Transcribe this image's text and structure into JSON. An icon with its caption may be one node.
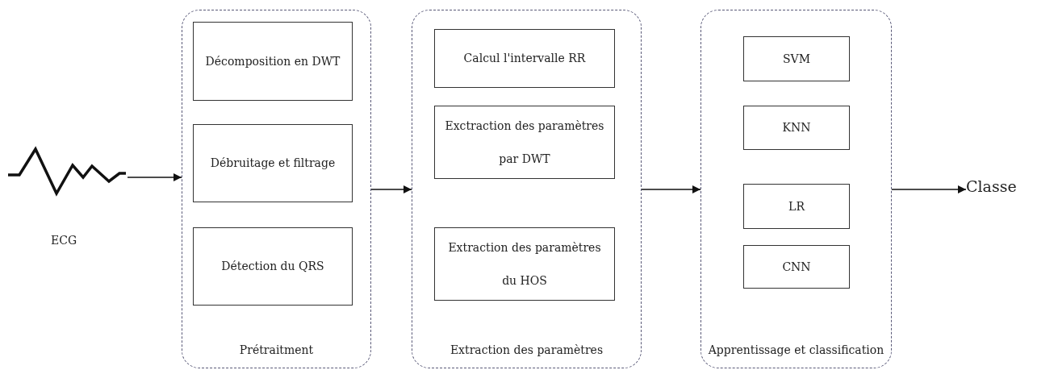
{
  "diagram": {
    "nodes": [
      {
        "text": [
          "ECG"
        ]
      },
      {
        "text": [
          "Prétraitment"
        ]
      },
      {
        "text": [
          "Décomposition en DWT"
        ],
        "in": 1
      },
      {
        "text": [
          "Débruitage et filtrage"
        ],
        "in": 1
      },
      {
        "text": [
          "Détection du QRS"
        ],
        "in": 1
      },
      {
        "text": [
          "Extraction des paramètres"
        ]
      },
      {
        "text": [
          "Calcul l'intervalle RR"
        ],
        "in": 5
      },
      {
        "text": [
          "Exctraction des paramètres par DWT"
        ],
        "in": 5
      },
      {
        "text": [
          "Extraction des paramètres du HOS"
        ],
        "in": 5
      },
      {
        "text": [
          "Apprentissage et classification"
        ]
      },
      {
        "text": [
          "SVM"
        ],
        "in": 9
      },
      {
        "text": [
          "KNN"
        ],
        "in": 9
      },
      {
        "text": [
          "LR"
        ],
        "in": 9
      },
      {
        "text": [
          "CNN"
        ],
        "in": 9
      },
      {
        "text": [
          "Classe"
        ]
      }
    ],
    "edges": [
      {
        "from": 0,
        "to": 1,
        "arrow": "to"
      },
      {
        "from": 1,
        "to": 5,
        "arrow": "to"
      },
      {
        "from": 5,
        "to": 9,
        "arrow": "to"
      },
      {
        "from": 9,
        "to": 14,
        "arrow": "to"
      }
    ]
  }
}
